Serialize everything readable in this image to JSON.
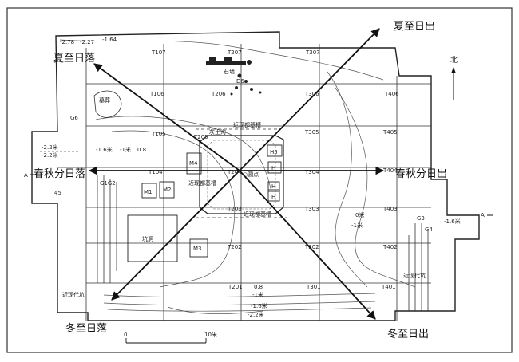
{
  "directions": {
    "summer_sunrise": "夏至日出",
    "summer_sunset": "夏至日落",
    "equinox_sunset": "春秋分日落",
    "equinox_sunrise": "春秋分日出",
    "winter_sunset": "冬至日落",
    "winter_sunrise": "冬至日出"
  },
  "north_label": "北",
  "section_labels": {
    "a_left": "A",
    "a_right": "A"
  },
  "squares": {
    "t107": "T107",
    "t207": "T207",
    "t307": "T307",
    "t106": "T106",
    "t206": "T206",
    "t306": "T306",
    "t406": "T406",
    "t105": "T105",
    "t205": "T205",
    "t305": "T305",
    "t405": "T405",
    "t104": "T104",
    "t204": "T204",
    "t304": "T304",
    "t404": "T404",
    "t203": "T203",
    "t303": "T303",
    "t403": "T403",
    "t202": "T202",
    "t302": "T302",
    "t402": "T402",
    "t201": "T201",
    "t301": "T301",
    "t401": "T401"
  },
  "features": {
    "h5": "H5",
    "h4": "H",
    "h3": "H",
    "h2": "H",
    "m1": "M1",
    "m2": "M2",
    "m3": "M3",
    "m4": "M4",
    "g1g2": "G1G2",
    "g3": "G3",
    "g4": "G4",
    "g6": "G6",
    "d6": "D6"
  },
  "labels": {
    "stone_wall": "石墙",
    "tomb_top": "墓葬",
    "ash_pit": "灰土沟",
    "foundation_top": "近现都基槽",
    "centre": "○圆点",
    "foundation_mid": "近现都基槽",
    "foundation_low": "近现都基槽",
    "pit": "坑洞",
    "modern_pit_left": "近现代坑",
    "modern_pit_right": "近现代坑"
  },
  "elevations": {
    "e_top1": "-2.78",
    "e_top2": "-2.27",
    "e_top3": "-1.64",
    "e_left1": "-2.2米",
    "e_left2": "-2.2米",
    "e_mid1": "-1.6米",
    "e_mid2": "-1米",
    "e_mid3": "0.8",
    "e_right_mid": "0米",
    "e_right_mid2": "-1米",
    "e_right": "-1.6米",
    "e_bot1": "0.8",
    "e_bot2": "-1米",
    "e_bot3": "-1.6米",
    "e_bot4": "-2.2米",
    "e_45": "45"
  },
  "scale_label": "10米"
}
